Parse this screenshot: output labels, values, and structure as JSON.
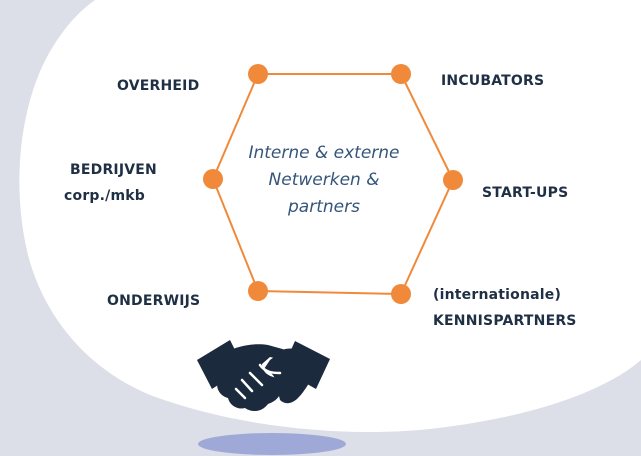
{
  "diagram": {
    "center_lines": [
      "Interne & externe",
      "Netwerken &",
      "partners"
    ],
    "nodes": {
      "overheid": "OVERHEID",
      "incubators": "INCUBATORS",
      "bedrijven": "BEDRIJVEN",
      "bedrijven_sub": "corp./mkb",
      "startups": "START-UPS",
      "onderwijs": "ONDERWIJS",
      "kennis_line1": "(internationale)",
      "kennis_line2": "KENNISPARTNERS"
    }
  },
  "colors": {
    "background": "#dcdfe8",
    "blob": "#ffffff",
    "accent": "#f08a3a",
    "text": "#1f2f44",
    "handshake": "#1c2a3d",
    "shadow": "#9ea9d8"
  },
  "icon": "handshake-icon"
}
